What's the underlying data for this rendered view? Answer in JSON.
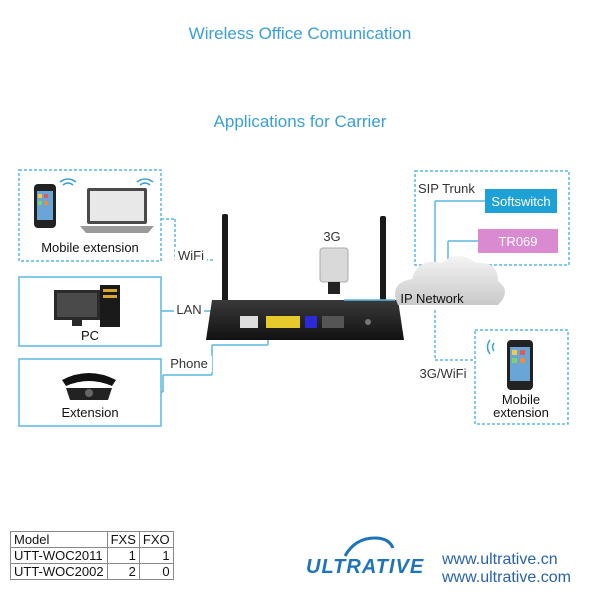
{
  "titles": {
    "main": "Wireless Office Comunication",
    "sub": "Applications for Carrier"
  },
  "left_boxes": {
    "mobile": "Mobile extension",
    "pc": "PC",
    "extension": "Extension"
  },
  "connections": {
    "wifi": "WiFi",
    "lan": "LAN",
    "phone": "Phone",
    "threeg": "3G",
    "sip_trunk": "SIP Trunk",
    "ip_network": "IP Network",
    "threeg_wifi": "3G/WiFi"
  },
  "right_boxes": {
    "softswitch": "Softswitch",
    "tr069": "TR069",
    "mobile_ext_line1": "Mobile",
    "mobile_ext_line2": "extension"
  },
  "colors": {
    "accent_blue": "#3a9fd6",
    "softswitch_fill": "#1da1d6",
    "tr069_fill": "#d98ad0",
    "dashed_border": "#5ab7e3"
  },
  "models_table": {
    "headers": [
      "Model",
      "FXS",
      "FXO"
    ],
    "rows": [
      [
        "UTT-WOC2011",
        "1",
        "1"
      ],
      [
        "UTT-WOC2002",
        "2",
        "0"
      ]
    ]
  },
  "brand": {
    "logo_text": "ULTRATIVE",
    "url1": "www.ultrative.cn",
    "url2": "www.ultrative.com"
  }
}
